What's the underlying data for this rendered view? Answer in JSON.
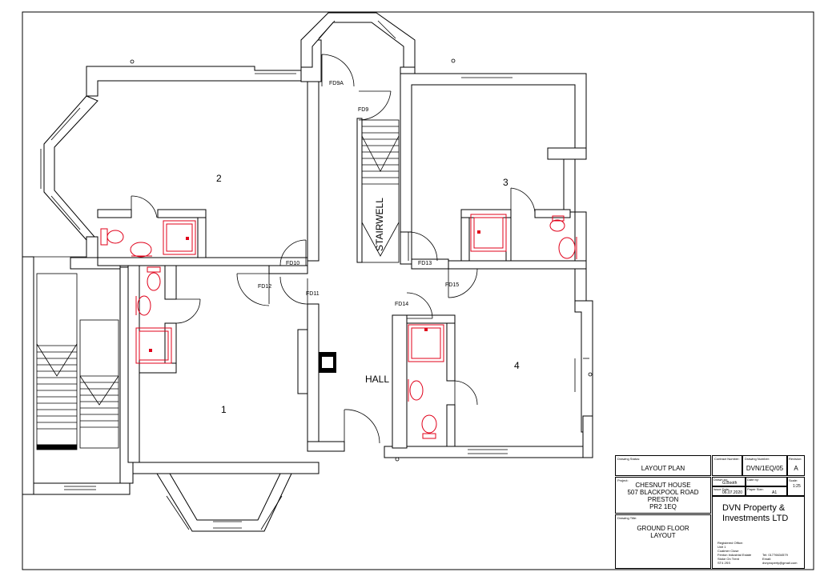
{
  "rooms": {
    "room_2": "2",
    "room_3": "3",
    "room_1": "1",
    "room_4": "4",
    "hall": "HALL",
    "stairwell": "STAIRWELL"
  },
  "doors": {
    "fd9a": "FD9A",
    "fd9": "FD9",
    "fd10": "FD10",
    "fd11": "FD11",
    "fd12": "FD12",
    "fd13": "FD13",
    "fd14": "FD14",
    "fd15": "FD15"
  },
  "title_block": {
    "drawing_status_label": "Drawing Status:",
    "drawing_status": "LAYOUT PLAN",
    "contract_number_label": "Contract Number:",
    "drawing_number_label": "Drawing Number:",
    "drawing_number": "DVN/1EQ/05",
    "revision_label": "Revision:",
    "revision": "A",
    "drawn_by_label": "Drawn by:",
    "drawn_by": "G.Booth",
    "date_by_label": "Date by:",
    "scale_label": "Scale:",
    "scale": "1:25",
    "issue_date_label": "Issue Date:",
    "issue_date": "06.07.2020",
    "paper_size_label": "Paper Size:",
    "paper_size": "A1",
    "project_label": "Project:",
    "project_line1": "CHESNUT HOUSE",
    "project_line2": "507 BLACKPOOL ROAD",
    "project_line3": "PRESTON",
    "project_line4": "PR2 1EQ",
    "drawing_title_label": "Drawing Title:",
    "drawing_title_line1": "GROUND FLOOR",
    "drawing_title_line2": "LAYOUT",
    "company_line1": "DVN Property &",
    "company_line2": "Investments LTD",
    "registered_office_label": "Registered Office:",
    "address_line1": "Unit 1",
    "address_line2": "Coalmer Close",
    "address_line3": "Fenton Industrial Estate",
    "address_line4": "Stoke On Trent",
    "address_line5": "ST4 2SS",
    "tel": "Tel: 01776634579",
    "email": "Email: dvnproperty@gmail.com"
  }
}
